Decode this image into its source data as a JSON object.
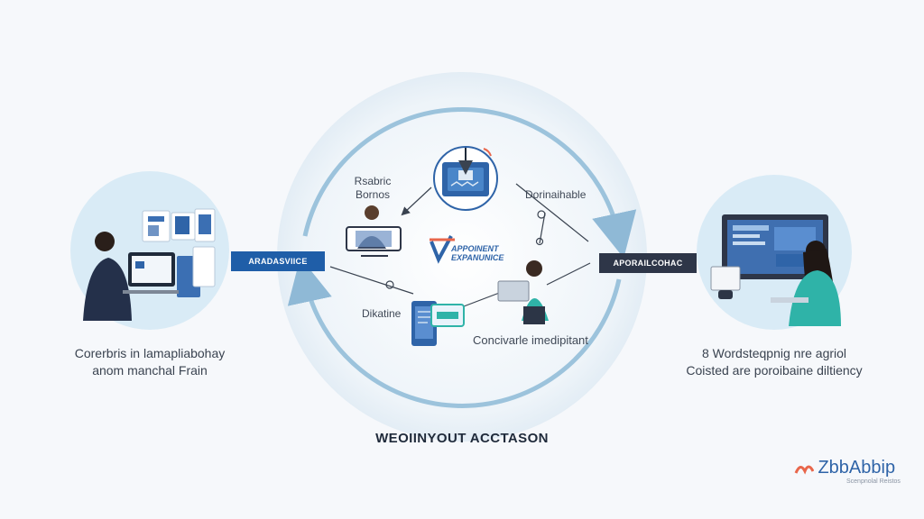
{
  "left_panel": {
    "tag": "ARADASVIICE",
    "caption_line1": "Corerbris in lamapliabohay",
    "caption_line2": "anom manchal Frain"
  },
  "right_panel": {
    "tag": "APORAILCOHAC",
    "caption_line1": "8 Wordsteqpnig nre agriol",
    "caption_line2": "Coisted are poroibaine diltiency"
  },
  "center": {
    "label_top_left_1": "Rsabric",
    "label_top_left_2": "Bornos",
    "label_top_right": "Dorinaihable",
    "label_bottom_left": "Dikatine",
    "label_bottom_right": "Concivarle imedipitant",
    "logo_line1": "APPOINENT",
    "logo_line2": "EXPANUNICE"
  },
  "title": "WEOIINYOUT ACCTASON",
  "brand": {
    "name": "ZbbAbbip",
    "sub": "Scenpnolal Reistos"
  },
  "colors": {
    "ring": "#9cc3dc",
    "left_tag": "#1f5ea8",
    "right_tag": "#2e3648",
    "circle_bg": "#d9ebf6",
    "accent_teal": "#2fb3a8",
    "brand_red": "#e8664b"
  }
}
